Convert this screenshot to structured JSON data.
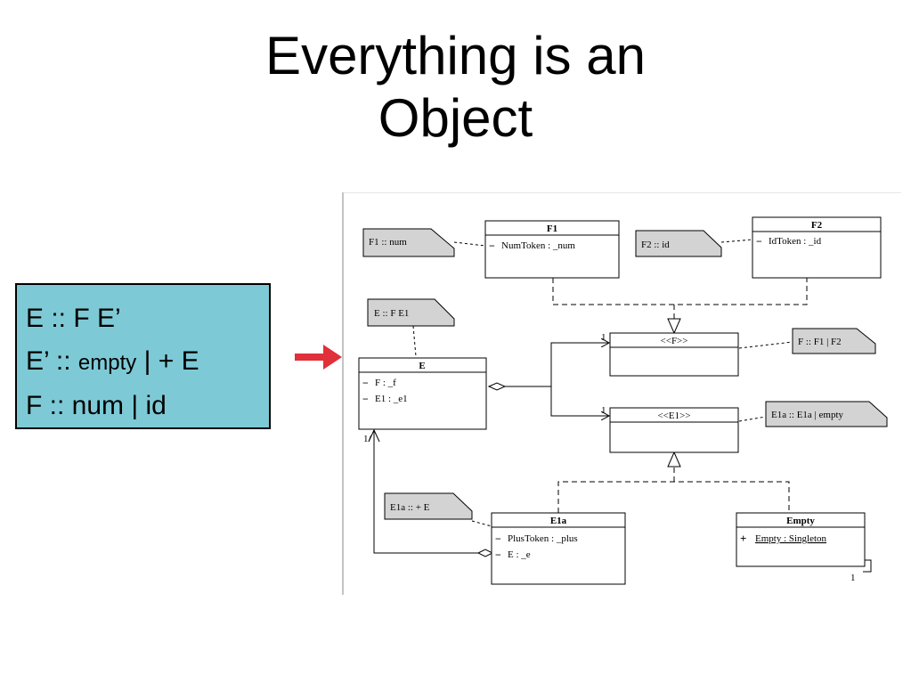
{
  "slide": {
    "title_line1": "Everything is an",
    "title_line2": "Object"
  },
  "grammar": {
    "line1": "E :: F E’",
    "line2_prefix": "E’ :: ",
    "line2_small": "empty",
    "line2_suffix": " | + E",
    "line3": "F :: num | id"
  },
  "colors": {
    "grammar_bg": "#7dcad6",
    "arrow": "#e0303a",
    "note_fill": "#d3d3d3"
  },
  "diagram": {
    "notes": {
      "f1_note": "F1 :: num",
      "f2_note": "F2 :: id",
      "e_note": "E :: F E1",
      "f_note": "F :: F1 | F2",
      "e1_note": "E1a :: E1a | empty",
      "e1a_note": "E1a :: + E"
    },
    "classes": {
      "f1": {
        "name": "F1",
        "attr1": "NumToken : _num"
      },
      "f2": {
        "name": "F2",
        "attr1": "IdToken : _id"
      },
      "e": {
        "name": "E",
        "attr1": "F : _f",
        "attr2": "E1 : _e1"
      },
      "f": {
        "name": "<<F>>"
      },
      "e1": {
        "name": "<<E1>>"
      },
      "e1a": {
        "name": "E1a",
        "attr1": "PlusToken : _plus",
        "attr2": "E : _e"
      },
      "empty": {
        "name": "Empty",
        "attr1": "Empty : Singleton"
      }
    },
    "multiplicities": {
      "f_mult": "1",
      "e1_mult": "1",
      "e_mult": "1/",
      "empty_mult": "1"
    },
    "symbols": {
      "minus": "−",
      "plus": "+"
    }
  }
}
